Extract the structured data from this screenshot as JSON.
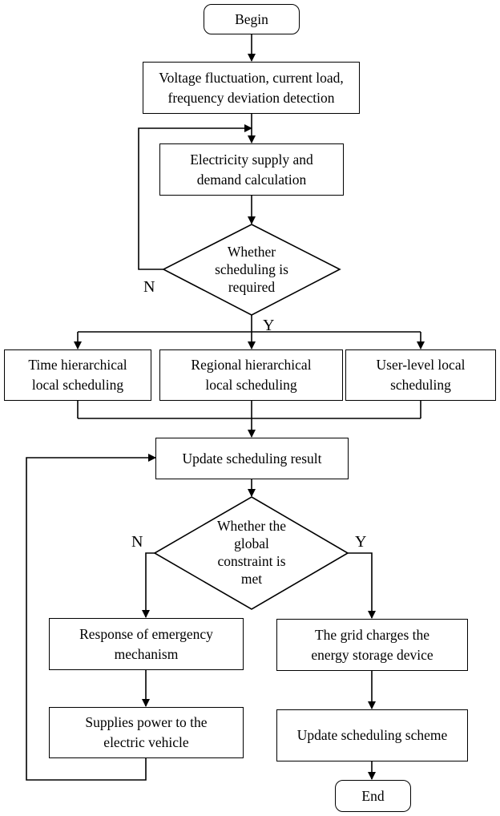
{
  "nodes": {
    "begin": "Begin",
    "detection": "Voltage fluctuation, current load,\nfrequency deviation detection",
    "calculation": "Electricity supply and\ndemand calculation",
    "decision_scheduling": "Whether\nscheduling is\nrequired",
    "time_scheduling": "Time hierarchical\nlocal scheduling",
    "regional_scheduling": "Regional hierarchical\nlocal scheduling",
    "user_scheduling": "User-level local\nscheduling",
    "update_result": "Update scheduling result",
    "decision_constraint": "Whether the\nglobal\nconstraint is\nmet",
    "emergency": "Response of emergency\nmechanism",
    "supply_ev": "Supplies power to the\nelectric vehicle",
    "grid_charge": "The grid charges the\nenergy storage device",
    "update_scheme": "Update scheduling scheme",
    "end": "End"
  },
  "edge_labels": {
    "scheduling_no": "N",
    "scheduling_yes": "Y",
    "constraint_no": "N",
    "constraint_yes": "Y"
  }
}
